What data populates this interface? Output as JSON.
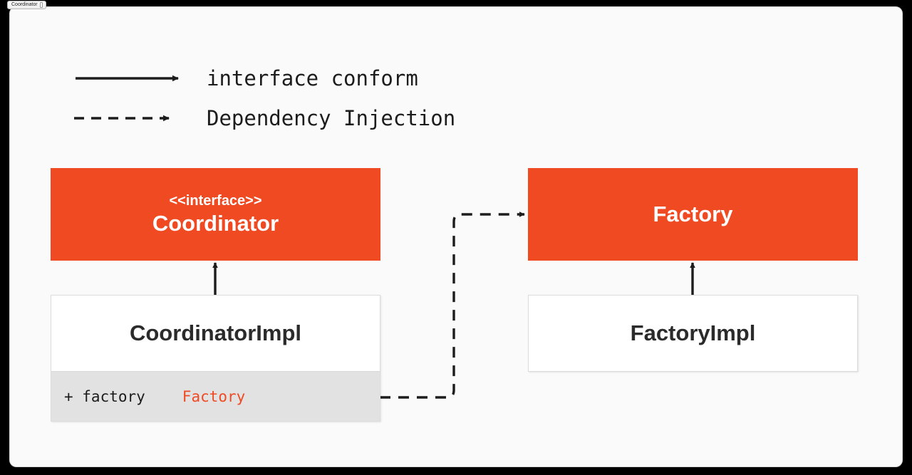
{
  "window": {
    "tab": {
      "label": "Coordinator",
      "marker_icon": "tab-marker-icon"
    },
    "background_color": "#000000",
    "canvas_color": "#fafafa"
  },
  "legend": {
    "items": [
      {
        "arrow": "solid-arrow-icon",
        "label": "interface conform"
      },
      {
        "arrow": "dashed-arrow-icon",
        "label": "Dependency Injection"
      }
    ]
  },
  "diagram": {
    "type": "uml-class-diagram",
    "colors": {
      "interface_fill": "#f04a23",
      "interface_text": "#ffffff",
      "impl_fill": "#ffffff",
      "impl_text": "#2b2b2b",
      "attr_fill": "#e2e2e2",
      "attr_type_text": "#f04a23",
      "edge": "#1c1c1c"
    },
    "nodes": [
      {
        "id": "coordinator",
        "kind": "interface",
        "stereotype": "<<interface>>",
        "title": "Coordinator"
      },
      {
        "id": "coordinator-impl",
        "kind": "class",
        "title": "CoordinatorImpl",
        "attributes": [
          {
            "visibility": "+ factory",
            "type": "Factory"
          }
        ]
      },
      {
        "id": "factory",
        "kind": "interface",
        "title": "Factory"
      },
      {
        "id": "factory-impl",
        "kind": "class",
        "title": "FactoryImpl"
      }
    ],
    "edges": [
      {
        "id": "coordinatorimpl-conforms-coordinator",
        "from": "coordinator-impl",
        "to": "coordinator",
        "style": "solid",
        "meaning": "interface conform"
      },
      {
        "id": "factoryimpl-conforms-factory",
        "from": "factory-impl",
        "to": "factory",
        "style": "solid",
        "meaning": "interface conform"
      },
      {
        "id": "coordinatorimpl-injects-factory",
        "from": "coordinator-impl.factory",
        "to": "factory",
        "style": "dashed",
        "meaning": "Dependency Injection"
      }
    ]
  }
}
